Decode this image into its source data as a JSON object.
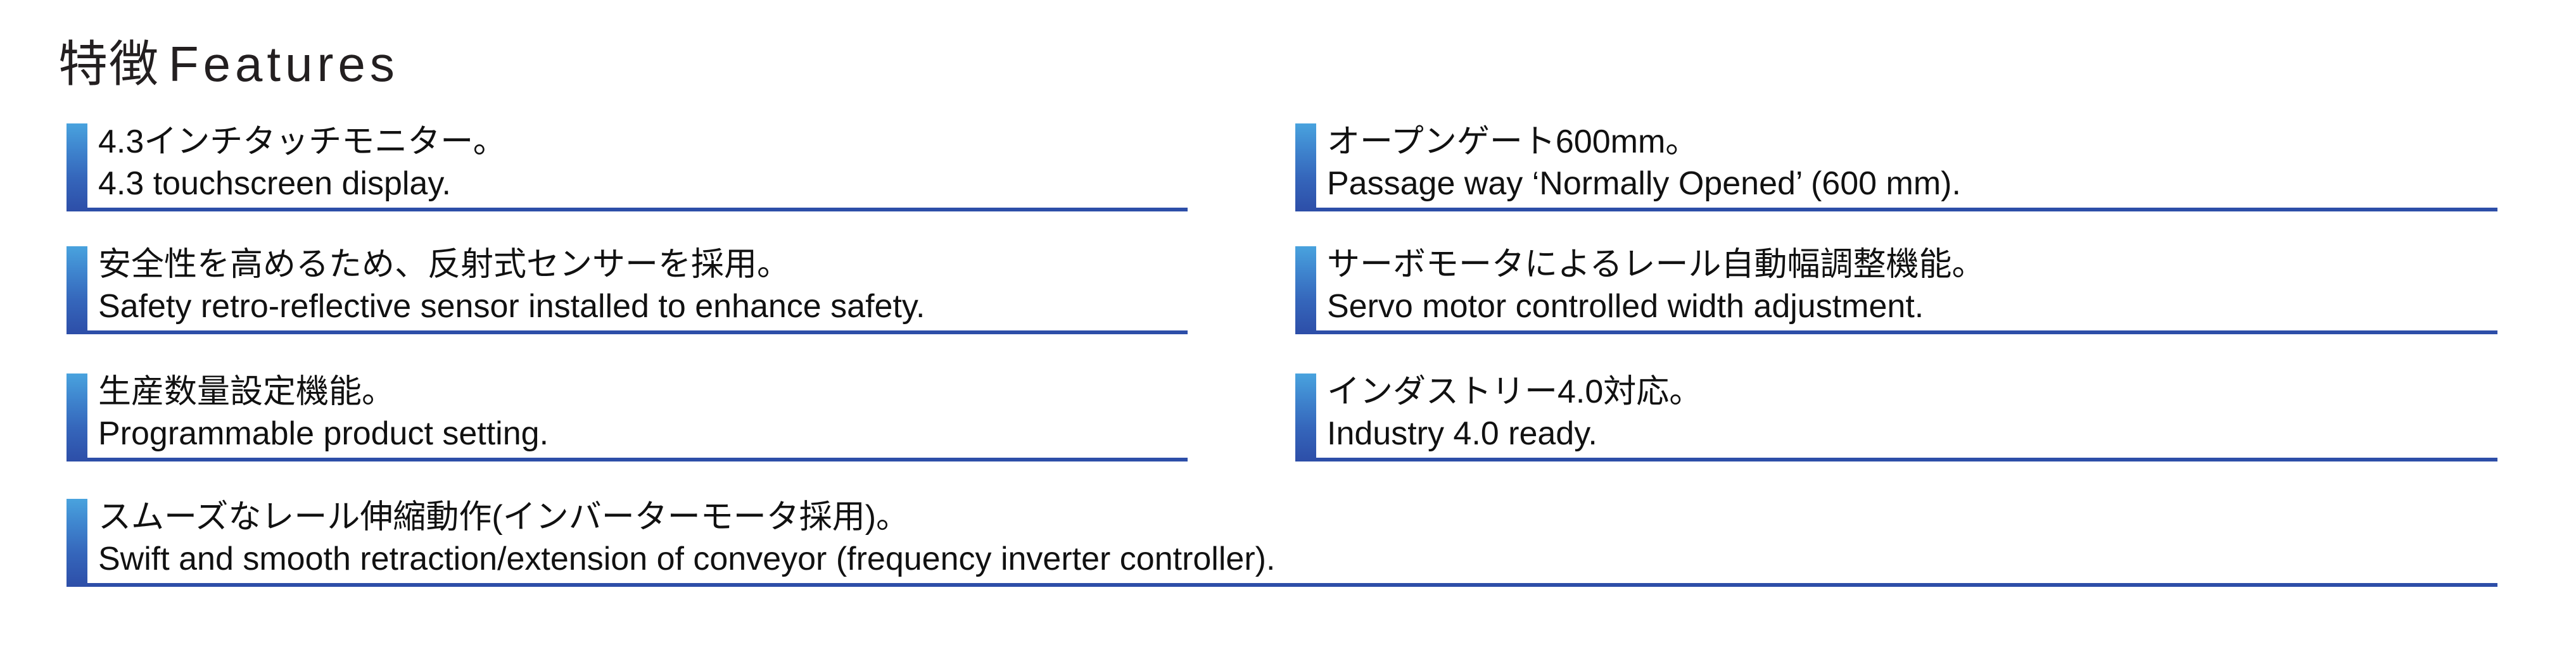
{
  "title": {
    "jp": "特徴",
    "en": "Features"
  },
  "colors": {
    "accent_top": "#49a3de",
    "accent_bottom": "#2d4ea8",
    "rule": "#2d4ea8",
    "text": "#111111",
    "background": "#ffffff"
  },
  "features": [
    {
      "id": "touchscreen-display",
      "column": "left",
      "row": 1,
      "jp": "4.3インチタッチモニター。",
      "en": "4.3 touchscreen display."
    },
    {
      "id": "open-gate",
      "column": "right",
      "row": 1,
      "jp": "オープンゲート600mm。",
      "en": "Passage way ‘Normally Opened’ (600 mm)."
    },
    {
      "id": "retro-reflective-sensor",
      "column": "left",
      "row": 2,
      "jp": "安全性を高めるため、反射式センサーを採用。",
      "en": "Safety retro-reflective sensor installed to enhance safety."
    },
    {
      "id": "servo-width-adjustment",
      "column": "right",
      "row": 2,
      "jp": "サーボモータによるレール自動幅調整機能。",
      "en": "Servo motor controlled width adjustment."
    },
    {
      "id": "programmable-product-setting",
      "column": "left",
      "row": 3,
      "jp": "生産数量設定機能。",
      "en": "Programmable product setting."
    },
    {
      "id": "industry-40-ready",
      "column": "right",
      "row": 3,
      "jp": "インダストリー4.0対応。",
      "en": " Industry 4.0 ready."
    },
    {
      "id": "conveyor-retraction-extension",
      "column": "full",
      "row": 4,
      "jp": "スムーズなレール伸縮動作(インバーターモータ採用)。",
      "en": "Swift and smooth retraction/extension of conveyor (frequency inverter controller)."
    }
  ]
}
